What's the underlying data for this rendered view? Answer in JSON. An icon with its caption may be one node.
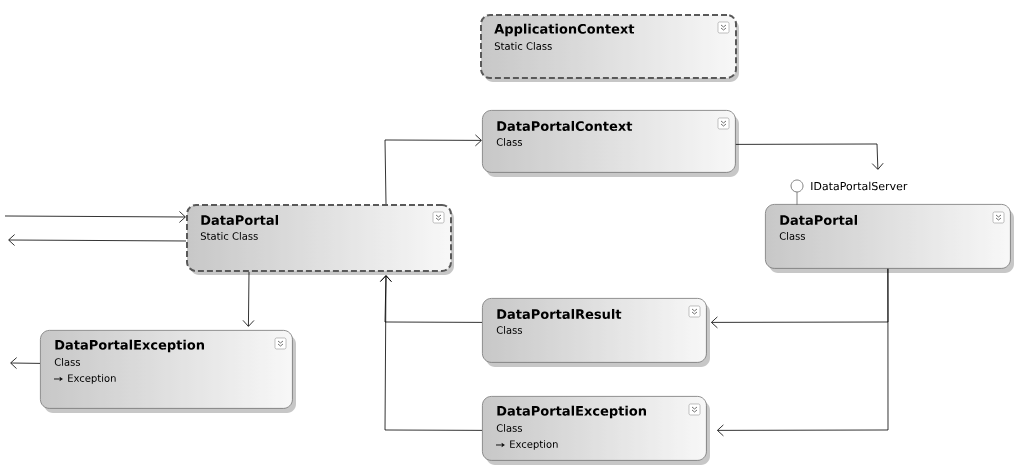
{
  "diagram": {
    "nodes": [
      {
        "text": [
          "ApplicationContext",
          "Static Class"
        ]
      },
      {
        "text": [
          "DataPortalContext",
          "Class"
        ]
      },
      {
        "text": [
          "DataPortal",
          "Static Class"
        ]
      },
      {
        "text": [
          "DataPortal",
          "Class"
        ],
        "beside": [
          "IDataPortalServer"
        ]
      },
      {
        "text": [
          "DataPortalResult",
          "Class"
        ]
      },
      {
        "text": [
          "DataPortalException",
          "Class",
          "Exception"
        ]
      },
      {
        "text": [
          "DataPortalException",
          "Class",
          "Exception"
        ]
      }
    ],
    "edges": [
      {
        "from": null,
        "to": 2,
        "arrow": "to"
      },
      {
        "from": 2,
        "to": null,
        "arrow": "to"
      },
      {
        "from": 2,
        "to": 1,
        "arrow": "to"
      },
      {
        "from": 1,
        "to": 3,
        "arrow": "to"
      },
      {
        "from": 2,
        "to": 6,
        "arrow": "to"
      },
      {
        "from": 6,
        "to": null,
        "arrow": "to"
      },
      {
        "from": 3,
        "to": 4,
        "arrow": "to"
      },
      {
        "from": 3,
        "to": 5,
        "arrow": "to"
      },
      {
        "from": 4,
        "to": 2,
        "arrow": "to"
      },
      {
        "from": 5,
        "to": 2,
        "arrow": "to"
      }
    ]
  }
}
